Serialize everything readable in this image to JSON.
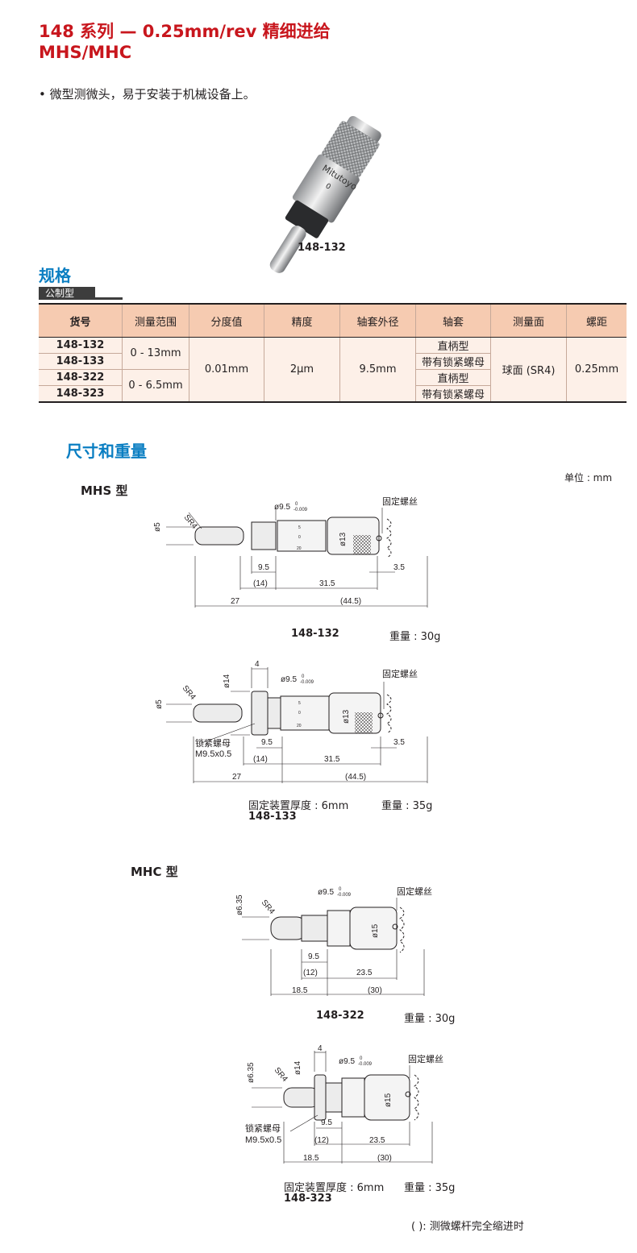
{
  "header": {
    "title_line1": "148 系列 — 0.25mm/rev 精细进给",
    "title_line2": "MHS/MHC",
    "bullet": "微型测微头，易于安装于机械设备上。"
  },
  "photo": {
    "brand": "Mitutoyo",
    "caption": "148-132",
    "scale_zero": "0"
  },
  "specs": {
    "heading": "规格",
    "tag": "公制型",
    "columns": [
      "货号",
      "测量范围",
      "分度值",
      "精度",
      "轴套外径",
      "轴套",
      "测量面",
      "螺距"
    ],
    "codes": [
      "148-132",
      "148-133",
      "148-322",
      "148-323"
    ],
    "ranges": [
      "0 - 13mm",
      "0 - 6.5mm"
    ],
    "graduation": "0.01mm",
    "accuracy": "2μm",
    "sleeve_diameter": "9.5mm",
    "sleeve_types": [
      "直柄型",
      "带有锁紧螺母",
      "直柄型",
      "带有锁紧螺母"
    ],
    "face": "球面 (SR4)",
    "pitch": "0.25mm"
  },
  "dimensions": {
    "heading": "尺寸和重量",
    "unit": "单位 : mm",
    "mhs_title": "MHS 型",
    "mhc_title": "MHC 型",
    "labels": {
      "sr4": "SR4",
      "fixing_thread": "固定螺丝",
      "lock_nut": "锁紧螺母",
      "lock_nut_thread": "M9.5x0.5",
      "phi95": "ø9.5",
      "tol_up": "0",
      "tol_down": "-0.009",
      "phi5": "ø5",
      "phi13": "ø13",
      "phi14": "ø14",
      "phi15": "ø15",
      "phi635": "ø6.35",
      "d4": "4",
      "d95": "9.5",
      "d14": "(14)",
      "d315": "31.5",
      "d27": "27",
      "d445": "(44.5)",
      "d35": "3.5",
      "d12": "(12)",
      "d235": "23.5",
      "d185": "18.5",
      "d30": "(30)",
      "s0": "0",
      "s5": "5",
      "s20": "20"
    },
    "models": [
      {
        "code": "148-132",
        "weight": "重量 : 30g",
        "mount": ""
      },
      {
        "code": "148-133",
        "weight": "重量 : 35g",
        "mount": "固定装置厚度 : 6mm"
      },
      {
        "code": "148-322",
        "weight": "重量 : 30g",
        "mount": ""
      },
      {
        "code": "148-323",
        "weight": "重量 : 35g",
        "mount": "固定装置厚度 : 6mm"
      }
    ],
    "note": "( ): 测微螺杆完全缩进时"
  },
  "colors": {
    "title_red": "#c8161d",
    "heading_blue": "#0a7ec2",
    "table_header": "#f6cbb1",
    "table_body": "#fdf0e8"
  }
}
